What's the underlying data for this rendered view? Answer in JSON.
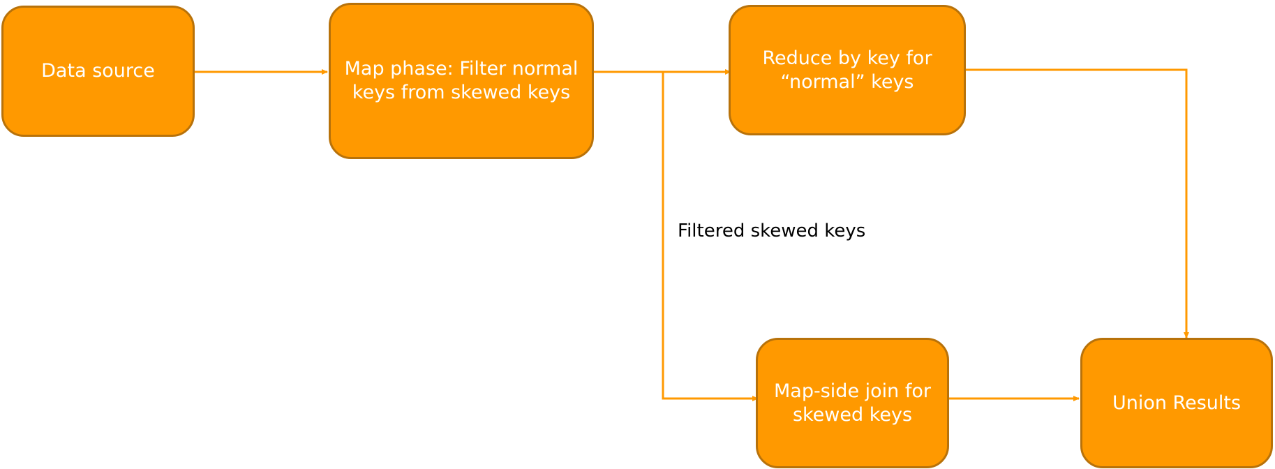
{
  "diagram": {
    "colors": {
      "node_fill": "#FF9900",
      "node_border": "#B8720A",
      "node_text": "#FFFFFF",
      "connector": "#FF9900",
      "label_text": "#000000"
    },
    "nodes": {
      "data_source": "Data source",
      "map_phase": "Map phase: Filter normal keys from skewed keys",
      "reduce_by_key": "Reduce by key for “normal” keys",
      "map_side_join": "Map-side join for skewed keys",
      "union_results": "Union Results"
    },
    "edge_labels": {
      "filtered_skewed_keys": "Filtered skewed keys"
    }
  }
}
